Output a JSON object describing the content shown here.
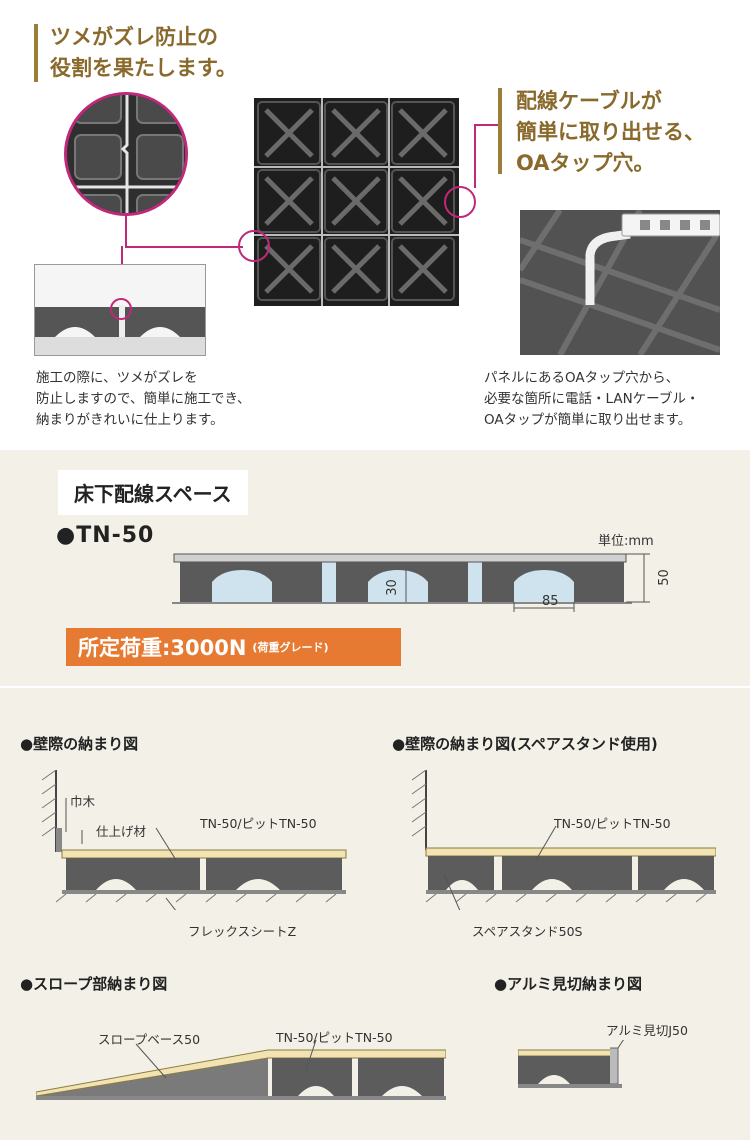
{
  "top": {
    "left_heading": "ツメがズレ防止の\n役割を果たします。",
    "right_heading": "配線ケーブルが\n簡単に取り出せる、\nOAタップ穴。",
    "left_note": "施工の際に、ツメがズレを\n防止しますので、簡単に施工でき、\n納まりがきれいに仕上ります。",
    "right_note": "パネルにあるOAタップ穴から、\n必要な箇所に電話・LANケーブル・\nOAタップが簡単に取り出せます。"
  },
  "space": {
    "title": "床下配線スペース",
    "model": "●TN-50",
    "unit": "単位:mm",
    "dim_height": "50",
    "dim_inner": "30",
    "dim_width": "85",
    "load_main": "所定荷重:3000N",
    "load_sub": "(荷重グレード)"
  },
  "details": {
    "wall": {
      "title": "●壁際の納まり図",
      "label_baseboard": "巾木",
      "label_finish": "仕上げ材",
      "label_panel": "TN-50/ピットTN-50",
      "label_sheet": "フレックスシートZ"
    },
    "wall_spare": {
      "title": "●壁際の納まり図(スペアスタンド使用)",
      "label_panel": "TN-50/ピットTN-50",
      "label_stand": "スペアスタンド50S"
    },
    "slope": {
      "title": "●スロープ部納まり図",
      "label_base": "スロープベース50",
      "label_panel": "TN-50/ピットTN-50"
    },
    "alumi": {
      "title": "●アルミ見切納まり図",
      "label_trim": "アルミ見切J50"
    }
  },
  "colors": {
    "accent_gold": "#8a6a2c",
    "accent_pink": "#c0287a",
    "badge_orange": "#e67a32",
    "panel_dark": "#222222",
    "finish_cream": "#f2e3b3",
    "space_blue": "#cfe3ee"
  }
}
